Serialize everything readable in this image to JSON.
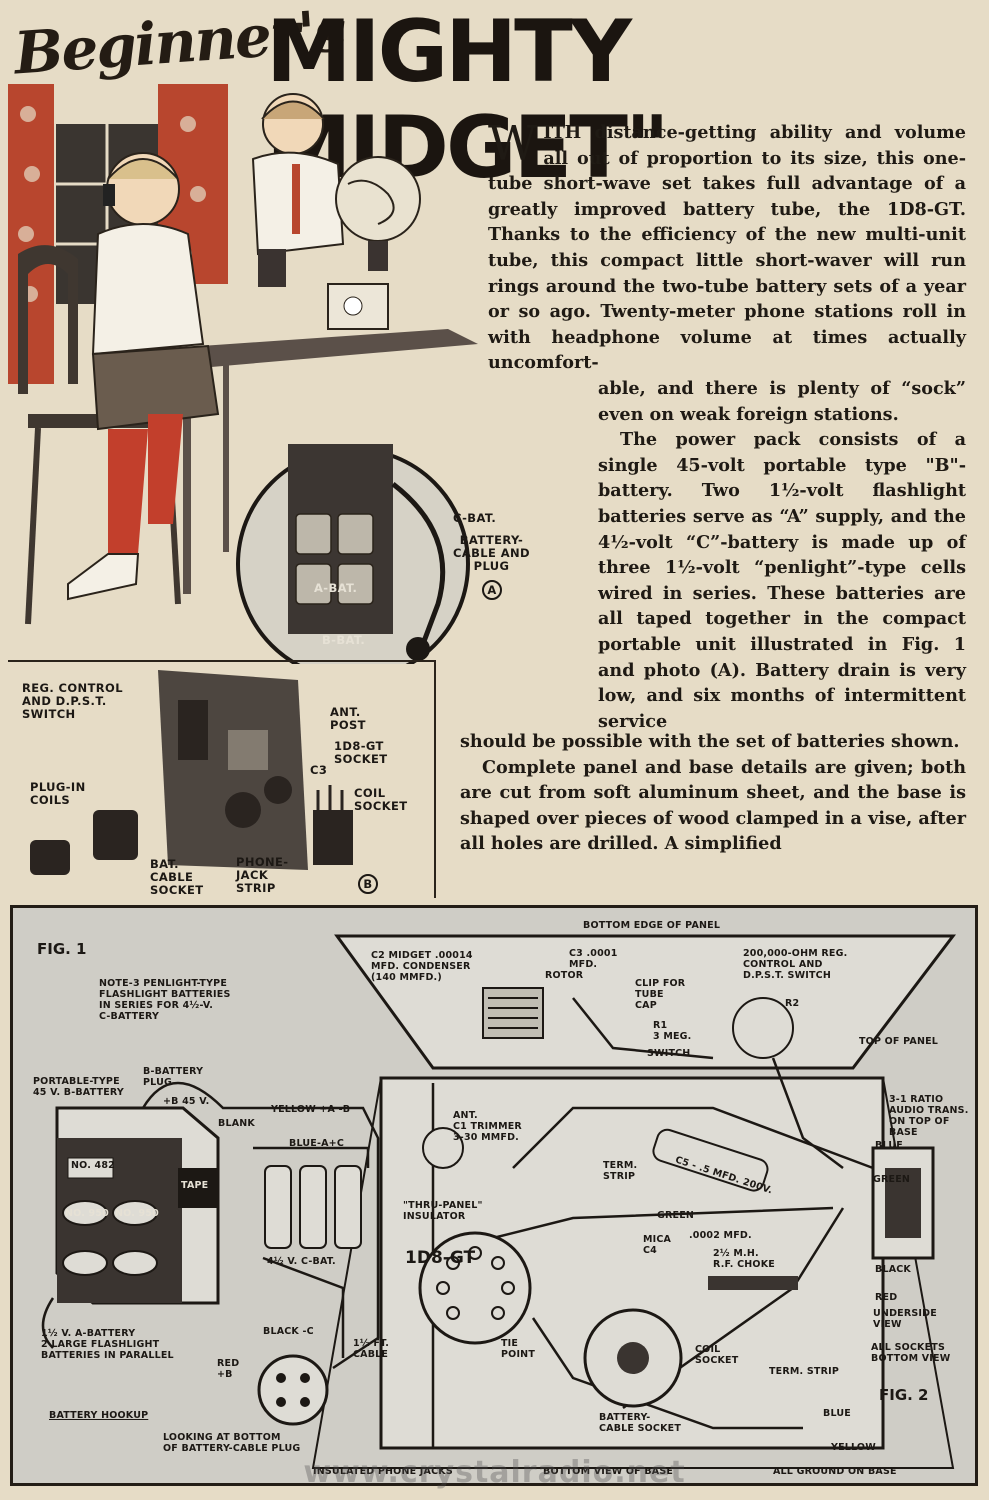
{
  "header": {
    "script_title": "Beginner's",
    "main_title": "MIGHTY MIDGET\""
  },
  "article": {
    "dropcap": "W",
    "col_a": "ITH distance-getting ability and volume all out of proportion to its size, this one-tube short-wave set takes full advantage of a greatly improved battery tube, the 1D8-GT. Thanks to the efficiency of the new multi-unit tube, this compact little short-waver will run rings around the two-tube battery sets of a year or so ago. Twenty-meter phone stations roll in with headphone volume at times actually uncomfort-",
    "col_b_p1": "able, and there is plenty of “sock” even on weak foreign stations.",
    "col_b_p2": "The power pack consists of a single 45-volt portable type \"B\"-battery. Two 1½-volt flashlight batteries serve as “A” supply, and the 4½-volt “C”-battery is made up of three 1½-volt “penlight”-type cells wired in series. These batteries are all taped together in the compact portable unit illustrated in Fig. 1 and photo (A). Battery drain is very low, and six months of intermittent service",
    "col_c_p1": "should be possible with the set of batteries shown.",
    "col_c_p2": "Complete panel and base details are given; both are cut from soft aluminum sheet, and the base is shaped over pieces of wood clamped in a vise, after all holes are drilled. A simplified"
  },
  "photo_a": {
    "labels": {
      "c_bat": "C-BAT.",
      "cable": "BATTERY-\nCABLE AND\nPLUG",
      "a_bat": "A-BAT.",
      "b_bat": "B-BAT.",
      "marker": "A"
    }
  },
  "photo_b": {
    "labels": {
      "reg_control": "REG. CONTROL\nAND D.P.S.T.\nSWITCH",
      "ant_post": "ANT.\nPOST",
      "socket_1d8": "1D8-GT\nSOCKET",
      "c3": "C3",
      "plug_in_coils": "PLUG-IN\nCOILS",
      "coil_socket": "COIL\nSOCKET",
      "bat_cable_socket": "BAT.\nCABLE\nSOCKET",
      "phone_jack_strip": "PHONE-\nJACK\nSTRIP",
      "marker": "B"
    }
  },
  "diagram": {
    "fig1": "FIG. 1",
    "fig2": "FIG. 2",
    "note": "NOTE-3 PENLIGHT-TYPE\nFLASHLIGHT BATTERIES\nIN SERIES FOR 4½-V.\nC-BATTERY",
    "portable_b": "PORTABLE-TYPE\n45 V. B-BATTERY",
    "b_plug": "B-BATTERY\nPLUG",
    "b45": "+B 45 V.",
    "blank": "BLANK",
    "yellow": "YELLOW +A -B",
    "blue_ac": "BLUE-A+C",
    "no482": "NO. 482",
    "no950a": "NO. 950",
    "no950b": "NO. 950",
    "tape": "TAPE",
    "cbat": "4½ V. C-BAT.",
    "a_battery": "1½ V. A-BATTERY\n2 LARGE FLASHLIGHT\nBATTERIES IN PARALLEL",
    "red_b": "RED\n+B",
    "black_c": "BLACK -C",
    "cable_ft": "1½ FT.\nCABLE",
    "battery_hookup": "BATTERY HOOKUP",
    "looking_at": "LOOKING AT BOTTOM\nOF BATTERY-CABLE PLUG",
    "bottom_edge": "BOTTOM EDGE OF PANEL",
    "c2": "C2 MIDGET .00014\nMFD. CONDENSER\n(140 MMFD.)",
    "rotor": "ROTOR",
    "c3": "C3 .0001\nMFD.",
    "clip": "CLIP FOR\nTUBE\nCAP",
    "r1": "R1\n3 MEG.",
    "switch": "SWITCH",
    "reg_200k": "200,000-OHM REG.\nCONTROL AND\nD.P.S.T. SWITCH",
    "r2": "R2",
    "top_panel": "TOP OF PANEL",
    "ratio": "3-1 RATIO\nAUDIO TRANS.\nON TOP OF BASE",
    "blue": "BLUE",
    "green_r": "GREEN",
    "black": "BLACK",
    "red_r": "RED",
    "underside": "UNDERSIDE\nVIEW",
    "all_sockets": "ALL SOCKETS\nBOTTOM VIEW",
    "ant_trimmer": "ANT.\nC1 TRIMMER\n3-30 MMFD.",
    "thru_panel": "\"THRU-PANEL\"\nINSULATOR",
    "term_strip_top": "TERM.\nSTRIP",
    "c5": "C5 - .5 MFD. 200V.",
    "green": "GREEN",
    "mica": "MICA\nC4",
    "mfd0002": ".0002 MFD.",
    "rf_choke": "2½ M.H.\nR.F. CHOKE",
    "tube": "1D8-GT",
    "tie_point": "TIE\nPOINT",
    "coil_socket": "COIL\nSOCKET",
    "term_strip": "TERM. STRIP",
    "battery_cable_socket": "BATTERY-\nCABLE SOCKET",
    "blue_r": "BLUE",
    "yellow_r": "YELLOW",
    "ground": "ALL GROUND ON BASE",
    "insulated": "INSULATED PHONE JACKS",
    "bottom_view": "BOTTOM VIEW OF BASE"
  },
  "watermark": "www.crystalradio.net"
}
